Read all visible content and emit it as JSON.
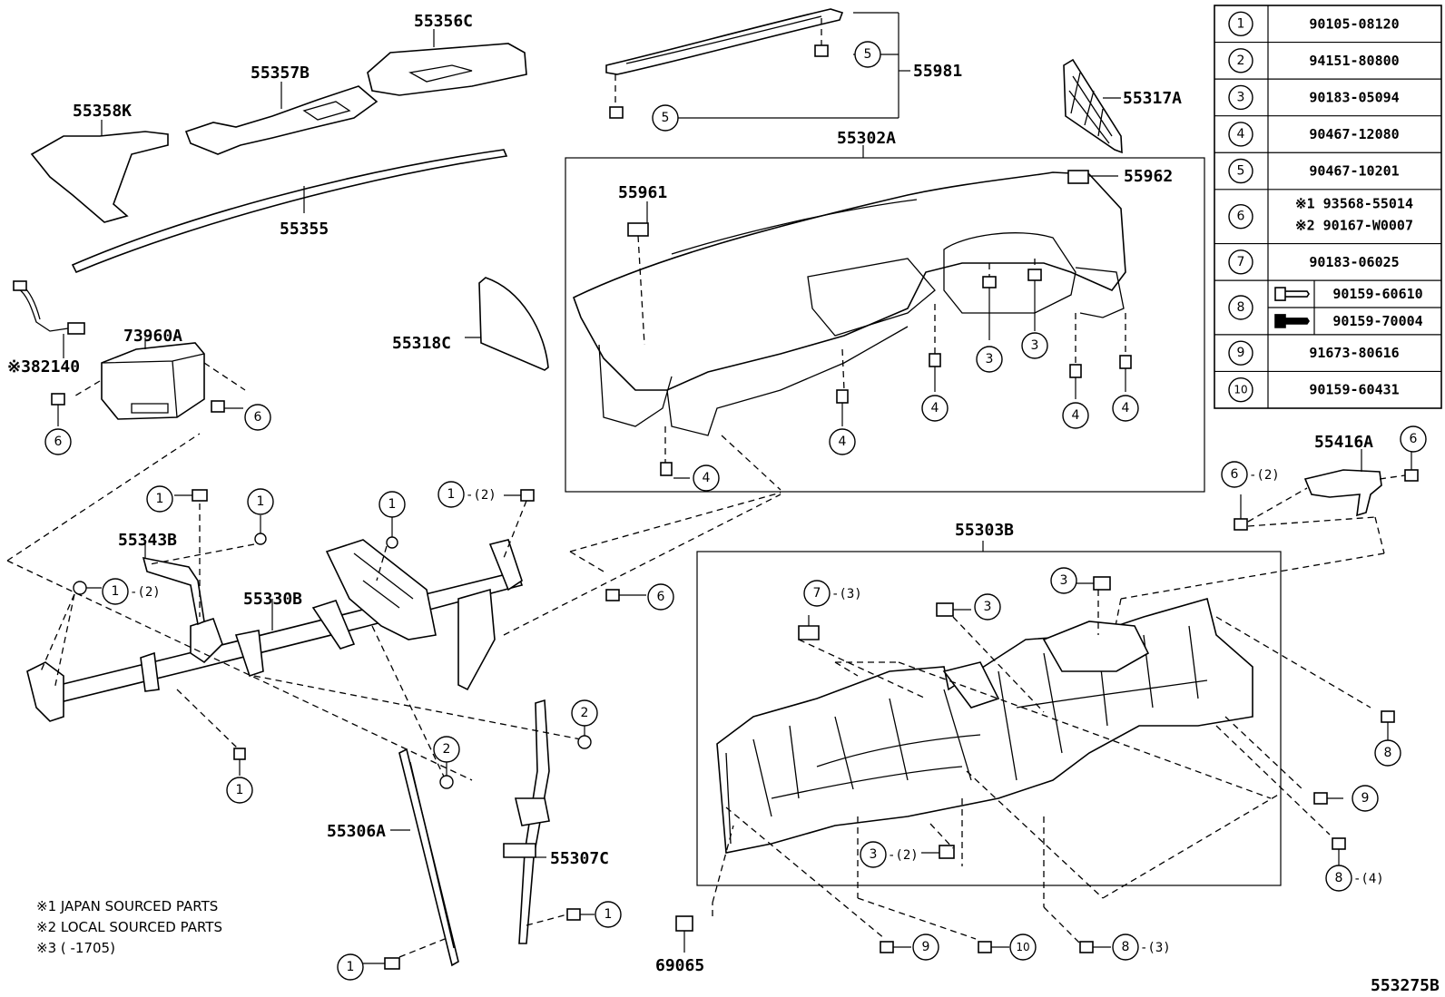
{
  "labels": {
    "p55356C": "55356C",
    "p55357B": "55357B",
    "p55358K": "55358K",
    "p55355": "55355",
    "p55981": "55981",
    "p55317A": "55317A",
    "p55302A": "55302A",
    "p55961": "55961",
    "p55962": "55962",
    "p73960A": "73960A",
    "p82140": "※382140",
    "p55318C": "55318C",
    "p55416A": "55416A",
    "p55343B": "55343B",
    "p55330B": "55330B",
    "p55303B": "55303B",
    "p55306A": "55306A",
    "p55307C": "55307C",
    "p69065": "69065",
    "figure_id": "553275B"
  },
  "qty": {
    "q1a": "-(2)",
    "q1b": "-(2)",
    "q6": "-(2)",
    "q7": "-(3)",
    "q3": "-(2)",
    "q8a": "-(4)",
    "q8b": "-(3)"
  },
  "notes": {
    "n1": "※1 JAPAN SOURCED PARTS",
    "n2": "※2 LOCAL SOURCED PARTS",
    "n3": "※3 (        -1705)"
  },
  "parts_table": [
    {
      "ref": "1",
      "part": "90105-08120"
    },
    {
      "ref": "2",
      "part": "94151-80800"
    },
    {
      "ref": "3",
      "part": "90183-05094"
    },
    {
      "ref": "4",
      "part": "90467-12080"
    },
    {
      "ref": "5",
      "part": "90467-10201"
    },
    {
      "ref": "6",
      "part": "※1 93568-55014",
      "part2": "※2 90167-W0007"
    },
    {
      "ref": "7",
      "part": "90183-06025"
    },
    {
      "ref": "8",
      "part": "90159-60610",
      "part2": "90159-70004"
    },
    {
      "ref": "9",
      "part": "91673-80616"
    },
    {
      "ref": "10",
      "part": "90159-60431"
    }
  ]
}
